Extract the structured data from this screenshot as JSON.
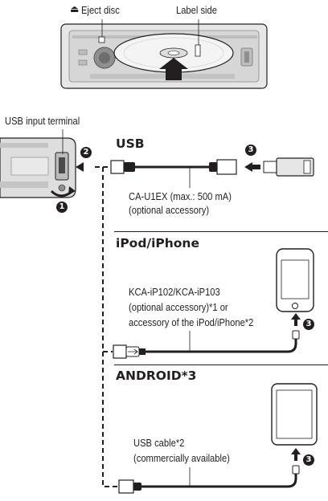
{
  "top": {
    "eject_label": "Eject disc",
    "label_side": "Label side",
    "eject_icon": "eject-icon"
  },
  "usb_input_terminal": "USB input terminal",
  "steps": {
    "one": "1",
    "two": "2",
    "three": "3"
  },
  "usb": {
    "title": "USB",
    "cable_model": "CA-U1EX (max.: 500 mA)",
    "cable_note": "(optional accessory)"
  },
  "ipod": {
    "title": "iPod/iPhone",
    "line1": "KCA-iP102/KCA-iP103",
    "line2": "(optional accessory)*1 or",
    "line3": "accessory of the iPod/iPhone*2"
  },
  "android": {
    "title": "ANDROID*3",
    "line1": "USB cable*2",
    "line2": "(commercially available)"
  },
  "colors": {
    "ink": "#231f20",
    "panel": "#d9d9d9",
    "panel_dark": "#9a9a9a"
  }
}
